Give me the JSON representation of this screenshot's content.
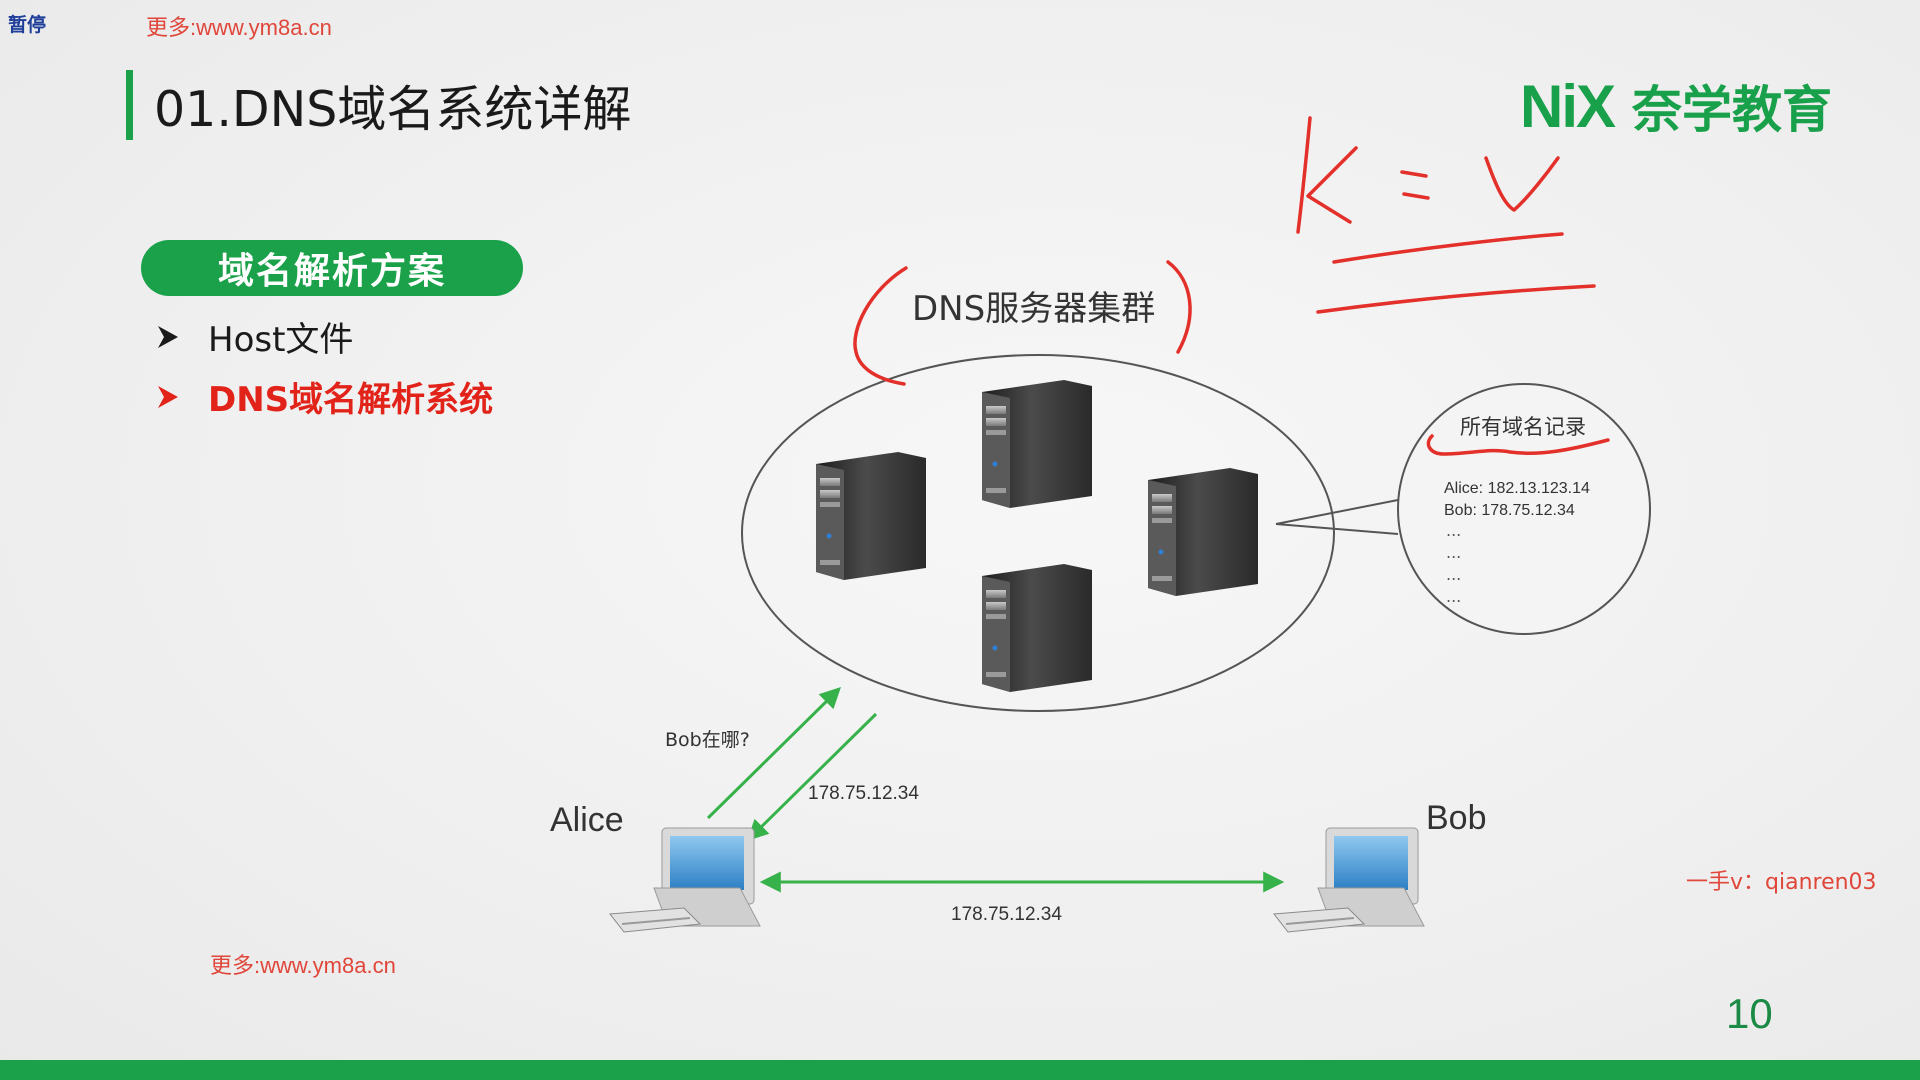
{
  "status": {
    "paused_label": "暂停"
  },
  "watermark": {
    "top": "更多:www.ym8a.cn",
    "bottom": "更多:www.ym8a.cn"
  },
  "slide": {
    "title": "01.DNS域名系统详解",
    "section_pill": "域名解析方案",
    "bullets": [
      {
        "text": "Host文件",
        "active": false
      },
      {
        "text": "DNS域名解析系统",
        "active": true
      }
    ],
    "page_number": "10",
    "contact": "一手v：qianren03"
  },
  "brand": {
    "mark": "NiX",
    "name": "奈学教育"
  },
  "diagram": {
    "cluster_label": "DNS服务器集群",
    "records_title": "所有域名记录",
    "records": [
      "Alice:  182.13.123.14",
      "Bob:  178.75.12.34",
      "...",
      "...",
      "...",
      "..."
    ],
    "query_label": "Bob在哪?",
    "answer_ip": "178.75.12.34",
    "link_ip": "178.75.12.34",
    "client_left": "Alice",
    "client_right": "Bob"
  },
  "colors": {
    "brand_green": "#1aa14a",
    "accent_red": "#e2231a",
    "annotation_red": "#e3302a",
    "arrow_green": "#37b24a"
  },
  "handwriting": {
    "text": "K = V"
  }
}
